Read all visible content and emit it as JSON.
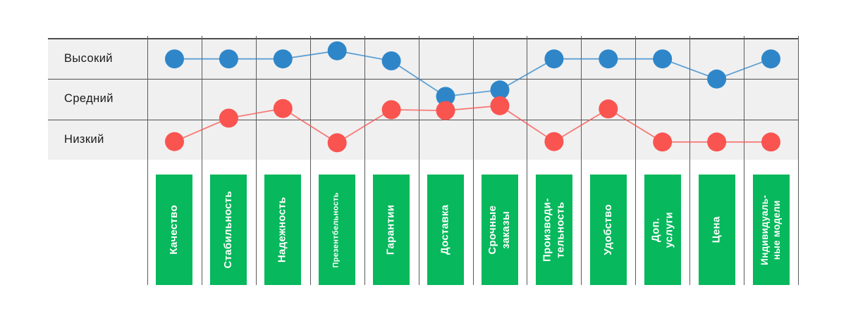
{
  "page": {
    "background": "#ffffff"
  },
  "colors": {
    "series_blue": "#2E86C9",
    "series_red": "#FA5450",
    "category_bar_green": "#07B85C",
    "grid_line": "#5a5a5c",
    "row_band_background": "#f0f0f0",
    "axis_text": "#1a1a1a",
    "bar_text": "#ffffff"
  },
  "chart_data": {
    "type": "line",
    "title": "",
    "legend": false,
    "grid": true,
    "category_labels_rotated": true,
    "y_axis": {
      "labels": [
        "Высокий",
        "Средний",
        "Низкий"
      ]
    },
    "value_scale": {
      "min": 0,
      "max": 3,
      "bands": {
        "Низкий": [
          0,
          1
        ],
        "Средний": [
          1,
          2
        ],
        "Высокий": [
          2,
          3
        ]
      }
    },
    "categories": [
      "Качество",
      "Стабильность",
      "Надежность",
      "Презентбельность",
      "Гарантии",
      "Доставка",
      "Срочные заказы",
      "Производи-тельность",
      "Удобство",
      "Доп. услуги",
      "Цена",
      "Индивидуаль-ные модели"
    ],
    "category_label_lines": [
      [
        "Качество"
      ],
      [
        "Стабильность"
      ],
      [
        "Надежность"
      ],
      [
        "Презентбельность"
      ],
      [
        "Гарантии"
      ],
      [
        "Доставка"
      ],
      [
        "Срочные",
        "заказы"
      ],
      [
        "Производи-",
        "тельность"
      ],
      [
        "Удобство"
      ],
      [
        "Доп. услуги"
      ],
      [
        "Цена"
      ],
      [
        "Индивидуаль-",
        "ные модели"
      ]
    ],
    "series": [
      {
        "name": "blue",
        "color": "#2E86C9",
        "values": [
          2.5,
          2.5,
          2.5,
          2.7,
          2.45,
          1.57,
          1.73,
          2.5,
          2.5,
          2.5,
          2.0,
          2.5
        ],
        "levels": [
          "Высокий",
          "Высокий",
          "Высокий",
          "Высокий",
          "Высокий",
          "Средний",
          "Средний",
          "Высокий",
          "Высокий",
          "Высокий",
          "Высокий/Средний",
          "Высокий"
        ]
      },
      {
        "name": "red",
        "color": "#FA5450",
        "values": [
          0.45,
          1.03,
          1.27,
          0.42,
          1.24,
          1.22,
          1.34,
          0.45,
          1.26,
          0.44,
          0.44,
          0.44
        ],
        "levels": [
          "Низкий",
          "Низкий/Средний",
          "Средний",
          "Низкий",
          "Средний",
          "Средний",
          "Средний",
          "Низкий",
          "Средний",
          "Низкий",
          "Низкий",
          "Низкий"
        ]
      }
    ]
  }
}
